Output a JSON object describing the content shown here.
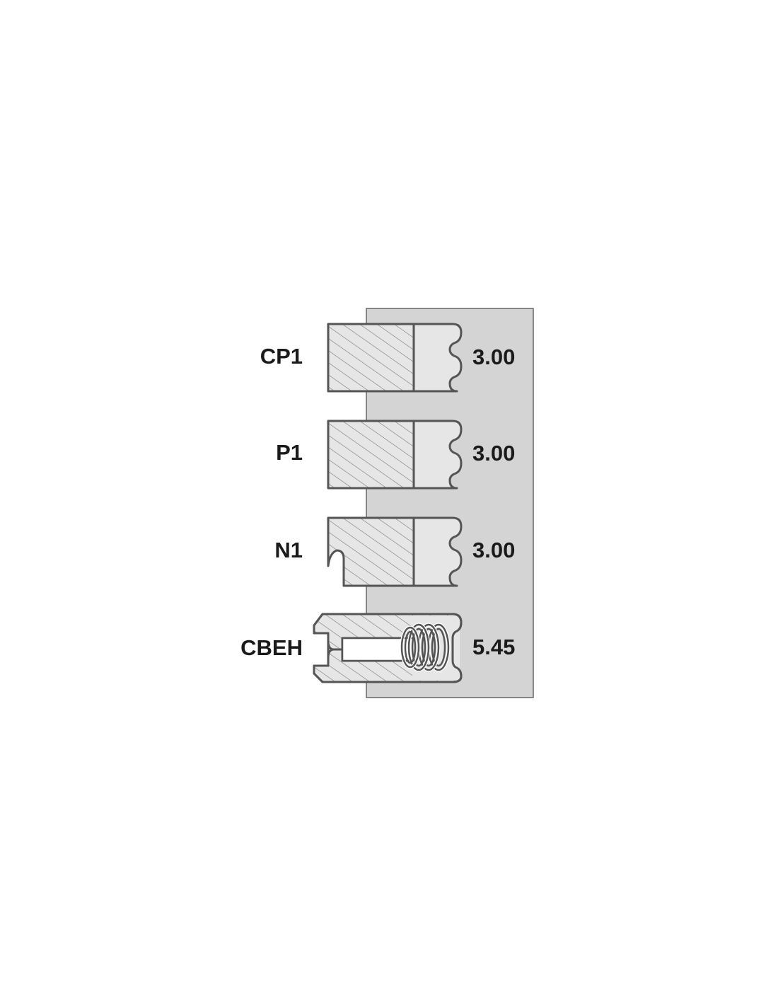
{
  "rings": [
    {
      "label": "CP1",
      "value": "3.00",
      "profile": "hatched-block"
    },
    {
      "label": "P1",
      "value": "3.00",
      "profile": "hatched-block"
    },
    {
      "label": "N1",
      "value": "3.00",
      "profile": "notched-block"
    },
    {
      "label": "CBEH",
      "value": "5.45",
      "profile": "oil-ring-with-expander-spring"
    }
  ],
  "colors": {
    "groove_panel": "#d4d4d4",
    "outline": "#555555",
    "hatch_face": "#e6e6e6",
    "text": "#1a1a1a"
  }
}
